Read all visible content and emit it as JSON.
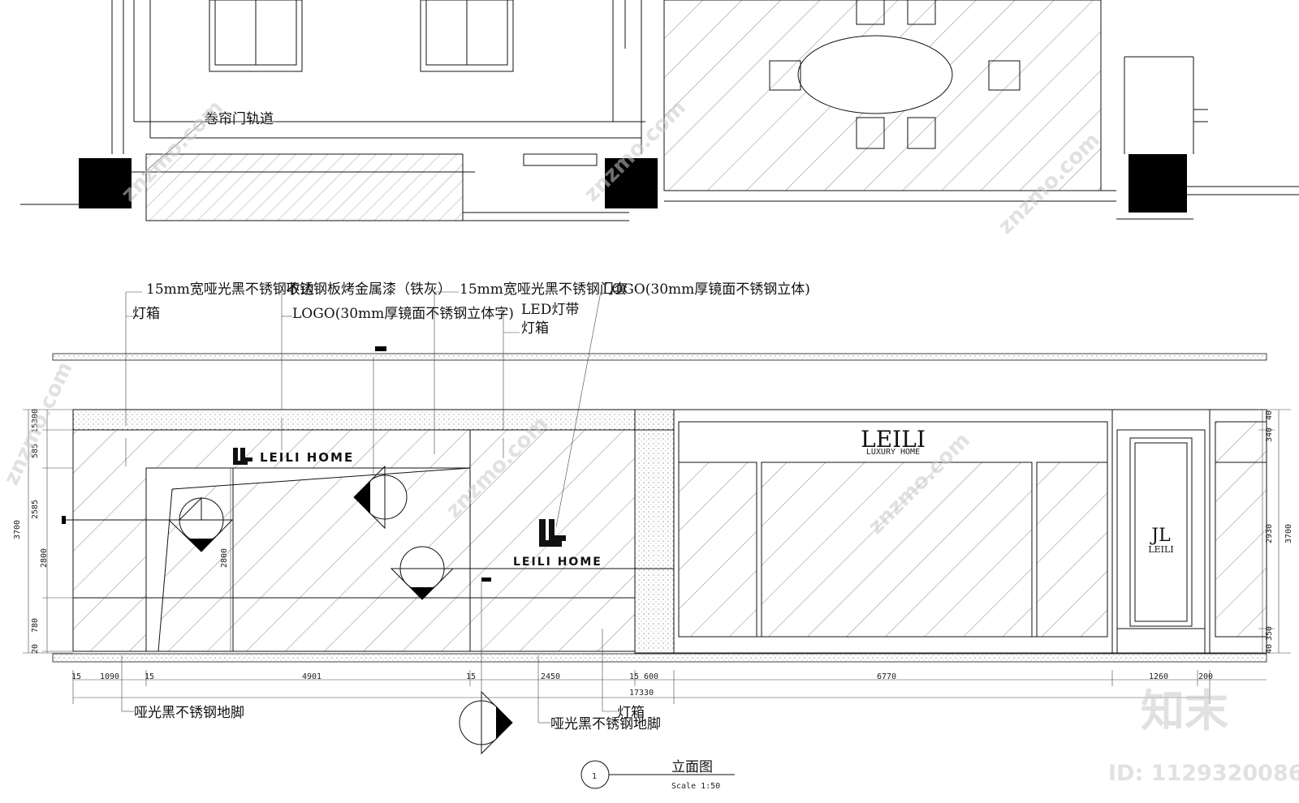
{
  "plan": {
    "label_rail": "卷帘门轨道"
  },
  "annotations_top": [
    "15mm宽哑光黑不锈钢收边",
    "不锈钢板烤金属漆（铁灰）",
    "15mm宽哑光黑不锈钢门套",
    "LOGO(30mm厚镜面不锈钢立体)",
    "灯箱",
    "LOGO(30mm厚镜面不锈钢立体字)",
    "LED灯带",
    "灯箱"
  ],
  "annotations_bottom": [
    "哑光黑不锈钢地脚",
    "灯箱",
    "哑光黑不锈钢地脚"
  ],
  "brand": {
    "leili_home": "LEILI HOME",
    "leili": "LEILI",
    "luxury_home": "LUXURY HOME",
    "jl_mark": "JL",
    "jl_text": "LEILI"
  },
  "dims_bottom": [
    "15",
    "1090",
    "15",
    "4901",
    "15",
    "2450",
    "15",
    "600",
    "6770",
    "1260",
    "200"
  ],
  "dim_total": "17330",
  "dims_left": [
    "300",
    "15",
    "585",
    "2585",
    "3700",
    "2800",
    "780",
    "20"
  ],
  "dim_center": "2800",
  "dims_right": [
    "40",
    "340",
    "2930",
    "3700",
    "350",
    "40"
  ],
  "title": {
    "number": "1",
    "name": "立面图",
    "scale": "Scale 1:50"
  },
  "watermark": {
    "logo": "知末",
    "id": "ID: 1129320086",
    "url": "znzmo.com"
  }
}
